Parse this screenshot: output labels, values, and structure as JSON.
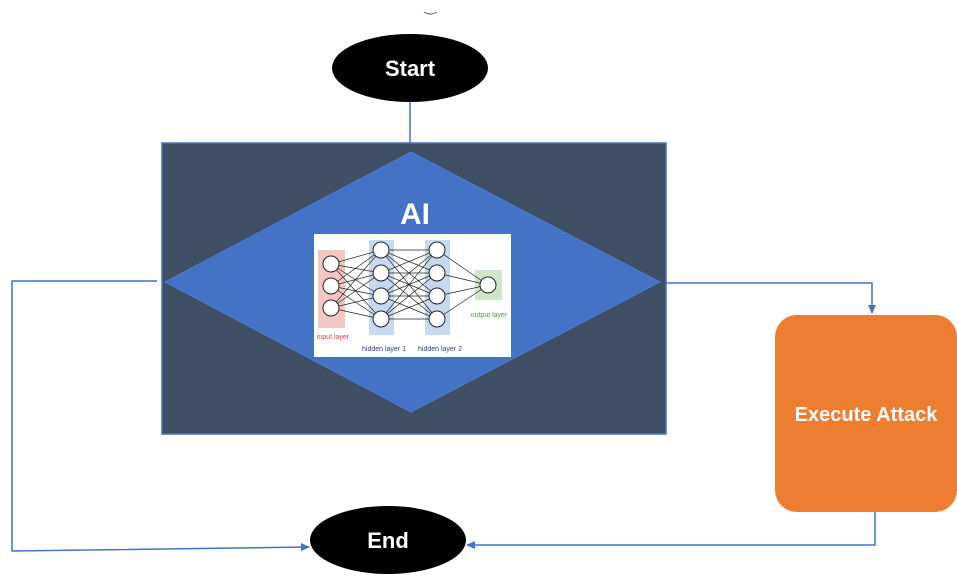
{
  "diagram": {
    "nodes": {
      "start": {
        "label": "Start"
      },
      "ai": {
        "title": "AI"
      },
      "execute": {
        "label": "Execute Attack"
      },
      "end": {
        "label": "End"
      }
    },
    "nn": {
      "input_label": "input layer",
      "hidden1_label": "hidden layer 1",
      "hidden2_label": "hidden layer 2",
      "output_label": "output layer"
    }
  },
  "colors": {
    "oval_fill": "#000000",
    "ai_box_fill": "#3f5066",
    "diamond_fill": "#4472c4",
    "connector": "#4472c4",
    "execute_fill": "#ed7d31",
    "input_band": "#f4c7c7",
    "hidden_band": "#c6d9f1",
    "output_band": "#cfe6c8",
    "input_text": "#e04040",
    "hidden_text": "#2c3e8c",
    "output_text": "#4f9a3c"
  }
}
